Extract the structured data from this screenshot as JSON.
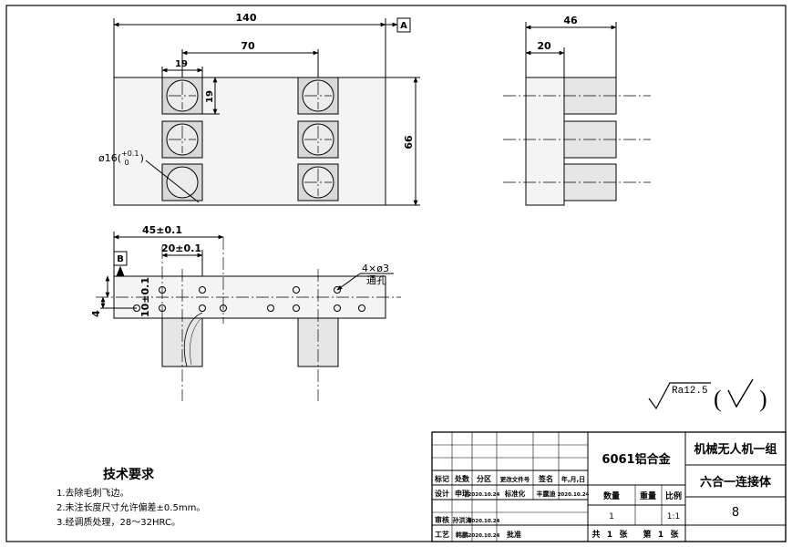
{
  "views": {
    "front": {
      "dim_width": "140",
      "dim_spacing": "70",
      "dim_cell_w": "19",
      "dim_cell_h": "19",
      "dim_height": "66",
      "hole_label": "ø16(",
      "hole_tol_upper": "+0.1",
      "hole_tol_lower": "0",
      "hole_label_close": ")",
      "datum_a": "A"
    },
    "side": {
      "dim_overall": "46",
      "dim_base": "20"
    },
    "bottom": {
      "dim_45": "45±0.1",
      "dim_20": "20±0.1",
      "dim_10": "10±0.1",
      "dim_4": "4",
      "datum_b": "B",
      "hole_note": "4×ø3",
      "hole_note2": "通孔"
    }
  },
  "surface_finish": {
    "ra": "Ra12.5",
    "symbol_open": "(",
    "symbol_close": ")"
  },
  "tech_requirements": {
    "title": "技术要求",
    "items": [
      "1.去除毛刺飞边。",
      "2.未注长度尺寸允许偏差±0.5mm。",
      "3.经调质处理，28～32HRC。"
    ]
  },
  "title_block": {
    "material": "6061铝合金",
    "project": "机械无人机一组",
    "part_name": "六合一连接体",
    "drawing_no": "8",
    "headers": [
      "标记",
      "处数",
      "分区",
      "更改文件号",
      "签名",
      "年,月,日"
    ],
    "row_design": [
      "设计",
      "申瑞",
      "2020.10.24",
      "标准化",
      "丰露迪",
      "2020.10.24"
    ],
    "row_review": [
      "审核",
      "孙洪涛",
      "2020.10.24"
    ],
    "row_process": [
      "工艺",
      "韩鹏",
      "2020.10.24",
      "批准"
    ],
    "quantity_label": "数量",
    "weight_label": "重量",
    "scale_label": "比例",
    "quantity": "1",
    "scale": "1:1",
    "sheets": [
      "共",
      "1",
      "张",
      "第",
      "1",
      "张"
    ]
  }
}
